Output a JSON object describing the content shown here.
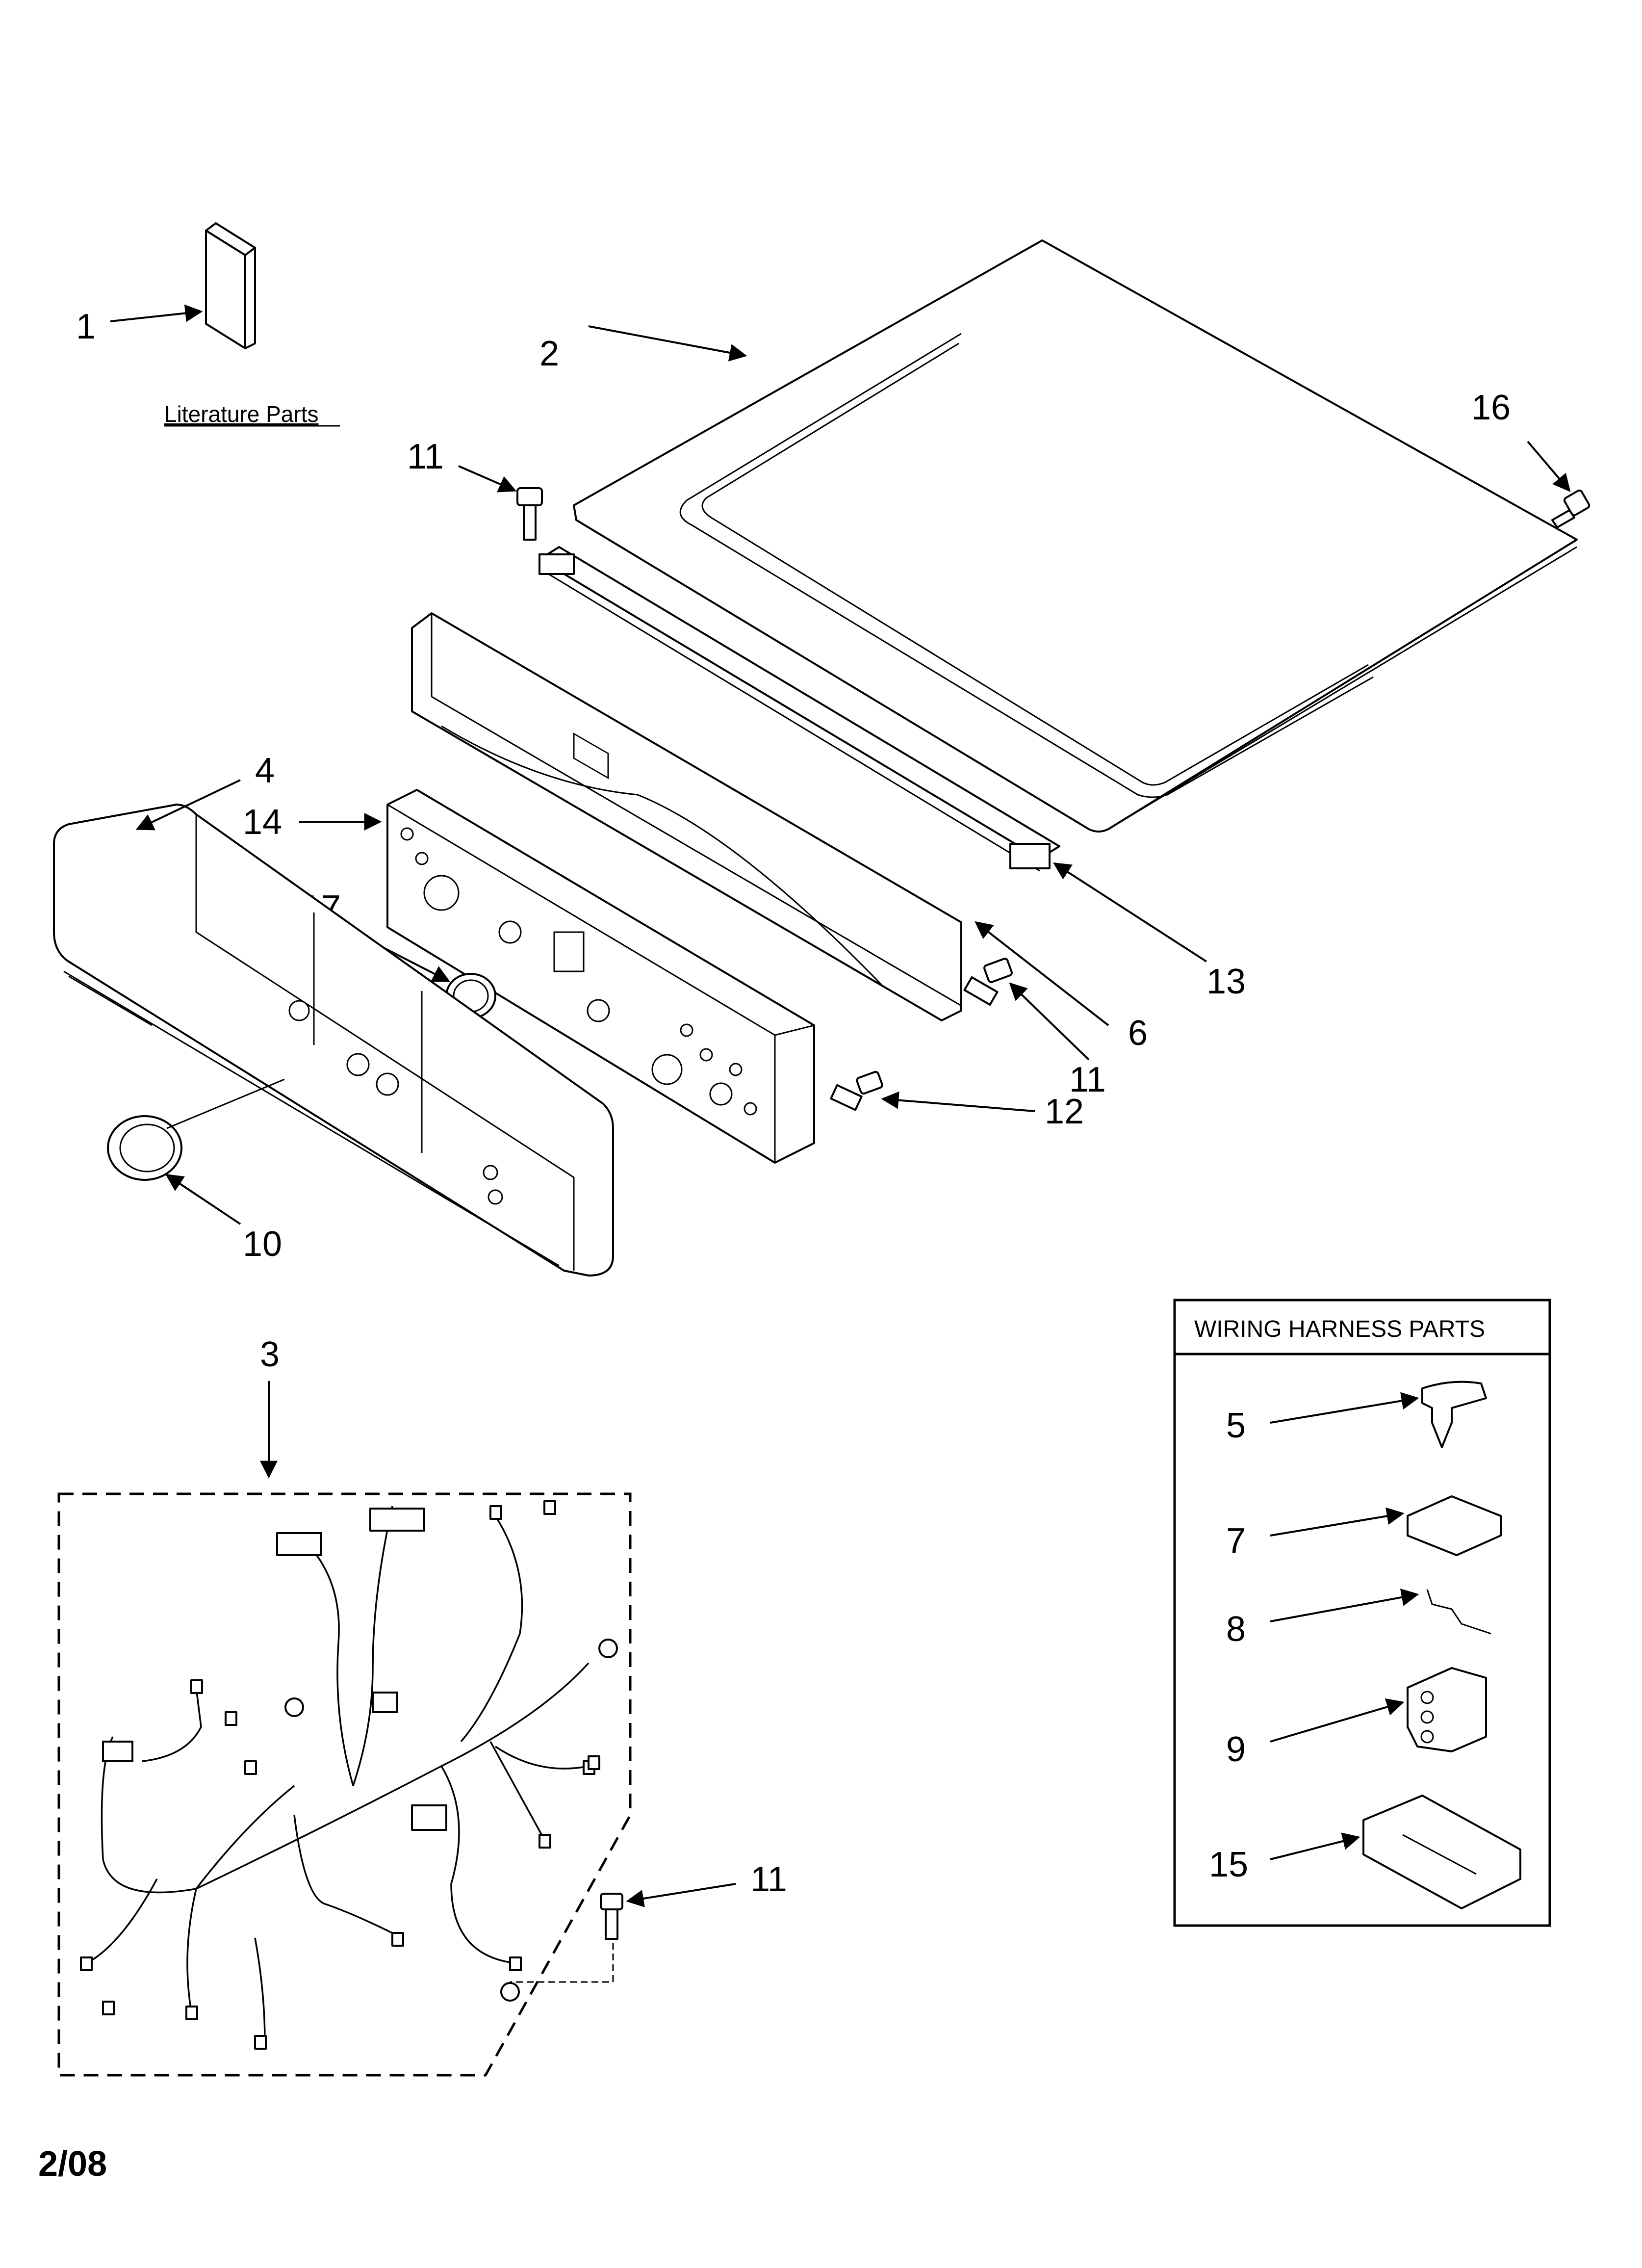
{
  "callouts": [
    {
      "id": "c1",
      "text": "1"
    },
    {
      "id": "c2",
      "text": "2"
    },
    {
      "id": "c16",
      "text": "16"
    },
    {
      "id": "c11a",
      "text": "11"
    },
    {
      "id": "c4",
      "text": "4"
    },
    {
      "id": "c14",
      "text": "14"
    },
    {
      "id": "c17",
      "text": "17"
    },
    {
      "id": "c13",
      "text": "13"
    },
    {
      "id": "c6",
      "text": "6"
    },
    {
      "id": "c11b",
      "text": "11"
    },
    {
      "id": "c12",
      "text": "12"
    },
    {
      "id": "c10",
      "text": "10"
    },
    {
      "id": "c3",
      "text": "3"
    },
    {
      "id": "c11c",
      "text": "11"
    }
  ],
  "literature_caption": "Literature Parts",
  "wiring_box": {
    "title": "WIRING HARNESS PARTS",
    "items": [
      "5",
      "7",
      "8",
      "9",
      "15"
    ]
  },
  "footer_date": "2/08"
}
